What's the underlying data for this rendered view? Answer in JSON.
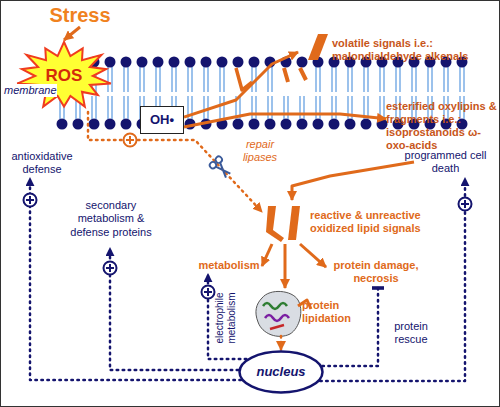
{
  "diagram": {
    "nodes": [
      {
        "text": [
          "Stress"
        ]
      },
      {
        "text": [
          "ROS"
        ]
      },
      {
        "text": [
          "OH•"
        ]
      },
      {
        "text": [
          "volatile signals i.e.: malondialdehyde alkenals"
        ]
      },
      {
        "text": [
          "esterified oxylipins & fragments i.e.: isoprostanoids ω-oxo-acids"
        ]
      },
      {
        "text": [
          "reactive & unreactive oxidized lipid signals"
        ]
      },
      {
        "text": [
          "metabolism"
        ]
      },
      {
        "text": [
          "protein damage, necrosis"
        ]
      },
      {
        "text": [
          "protein lipidation"
        ]
      },
      {
        "text": [
          "nucleus"
        ]
      },
      {
        "text": [
          "antioxidative defense"
        ]
      },
      {
        "text": [
          "secondary metabolism & defense proteins"
        ]
      },
      {
        "text": [
          "programmed cell death"
        ]
      }
    ],
    "edges": [
      {
        "from": 0,
        "to": 1,
        "arrow": "to"
      },
      {
        "from": 2,
        "to": 3,
        "arrow": "to"
      },
      {
        "from": 2,
        "to": 4,
        "arrow": "to"
      },
      {
        "from": 4,
        "to": 5,
        "arrow": "to"
      },
      {
        "from": 1,
        "to": 5,
        "label": "repair lipases",
        "arrow": "to"
      },
      {
        "from": 5,
        "to": 6,
        "arrow": "to"
      },
      {
        "from": 5,
        "to": 8,
        "arrow": "to"
      },
      {
        "from": 5,
        "to": 7,
        "arrow": "to"
      },
      {
        "from": 8,
        "to": 9,
        "arrow": "to"
      },
      {
        "from": 9,
        "to": 10,
        "arrow": "to"
      },
      {
        "from": 9,
        "to": 11,
        "arrow": "to"
      },
      {
        "from": 9,
        "to": 6,
        "label": "electrophile metabolism",
        "arrow": "to"
      },
      {
        "from": 9,
        "to": 7,
        "label": "protein rescue",
        "arrow": "to"
      },
      {
        "from": 9,
        "to": 12,
        "arrow": "to"
      }
    ],
    "labels": [
      "membrane"
    ]
  }
}
